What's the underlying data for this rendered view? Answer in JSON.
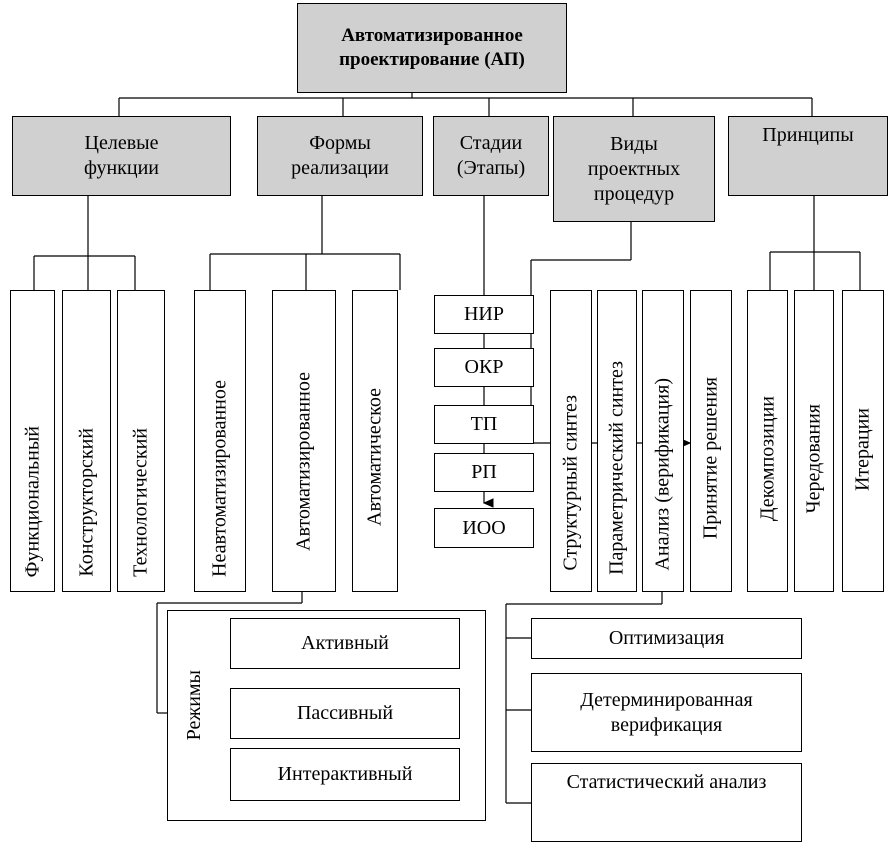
{
  "root": {
    "line1": "Автоматизированное",
    "line2": "проектирование (АП)"
  },
  "categories": {
    "goals": {
      "line1": "Целевые",
      "line2": "функции"
    },
    "forms": {
      "line1": "Формы",
      "line2": "реализации"
    },
    "stages": {
      "line1": "Стадии",
      "line2": "(Этапы)"
    },
    "procedures": {
      "line1": "Виды",
      "line2": "проектных",
      "line3": "процедур"
    },
    "principles": {
      "line1": "Принципы"
    }
  },
  "goals_items": [
    "Функциональный",
    "Конструкторский",
    "Технологический"
  ],
  "forms_items": [
    "Неавтоматизированное",
    "Автоматизированное",
    "Автоматическое"
  ],
  "stages_items": [
    "НИР",
    "ОКР",
    "ТП",
    "РП",
    "ИОО"
  ],
  "procedures_items": [
    "Структурный синтез",
    "Параметрический синтез",
    "Анализ (верификация)",
    "Принятие  решения"
  ],
  "principles_items": [
    "Декомпозиции",
    "Чередования",
    "Итерации"
  ],
  "modes": {
    "label": "Режимы",
    "items": [
      "Активный",
      "Пассивный",
      "Интерактивный"
    ]
  },
  "analysis_items": {
    "item1": "Оптимизация",
    "item2_line1": "Детерминированная",
    "item2_line2": "верификация",
    "item3": "Статистический анализ"
  }
}
